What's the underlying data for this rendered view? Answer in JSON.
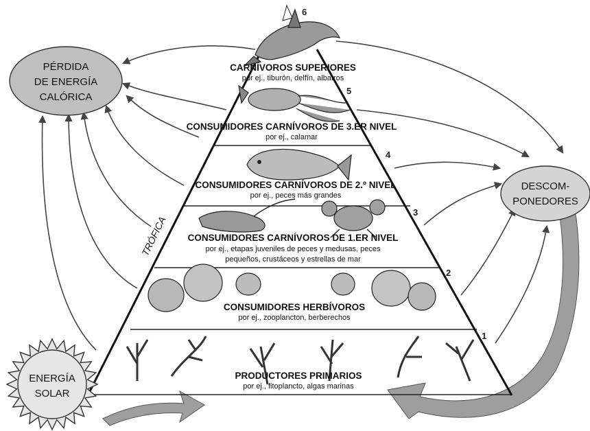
{
  "levels": [
    {
      "number": "6",
      "title": "CARNÍVOROS SUPERIORES",
      "examples": "por ej., tiburón, delfín, albatros"
    },
    {
      "number": "5",
      "title": "CONSUMIDORES CARNÍVOROS DE 3.ER NIVEL",
      "examples": "por ej., calamar"
    },
    {
      "number": "4",
      "title": "CONSUMIDORES CARNÍVOROS DE 2.º NIVEL",
      "examples": "por ej., peces más grandes"
    },
    {
      "number": "3",
      "title": "CONSUMIDORES CARNÍVOROS DE 1.ER NIVEL",
      "examples_line1": "por ej., etapas juveniles de peces y medusas, peces",
      "examples_line2": "pequeños, crustáceos y estrellas de mar"
    },
    {
      "number": "2",
      "title": "CONSUMIDORES HERBÍVOROS",
      "examples": "por ej., zooplancton, berberechos"
    },
    {
      "number": "1",
      "title": "PRODUCTORES PRIMARIOS",
      "examples": "por ej., fitoplancto, algas marinas"
    }
  ],
  "side_label": "TRÓFICA",
  "nodes": {
    "energy_loss": {
      "line1": "PÉRDIDA",
      "line2": "DE ENERGÍA",
      "line3": "CALÓRICA"
    },
    "decomposers": {
      "line1": "DESCOM-",
      "line2": "PONEDORES"
    },
    "solar": {
      "line1": "ENERGÍA",
      "line2": "SOLAR"
    }
  },
  "colors": {
    "ellipse_fill": "#bfbfbf",
    "big_arrow": "#9e9e9e",
    "organism": "#a8a8a8"
  }
}
